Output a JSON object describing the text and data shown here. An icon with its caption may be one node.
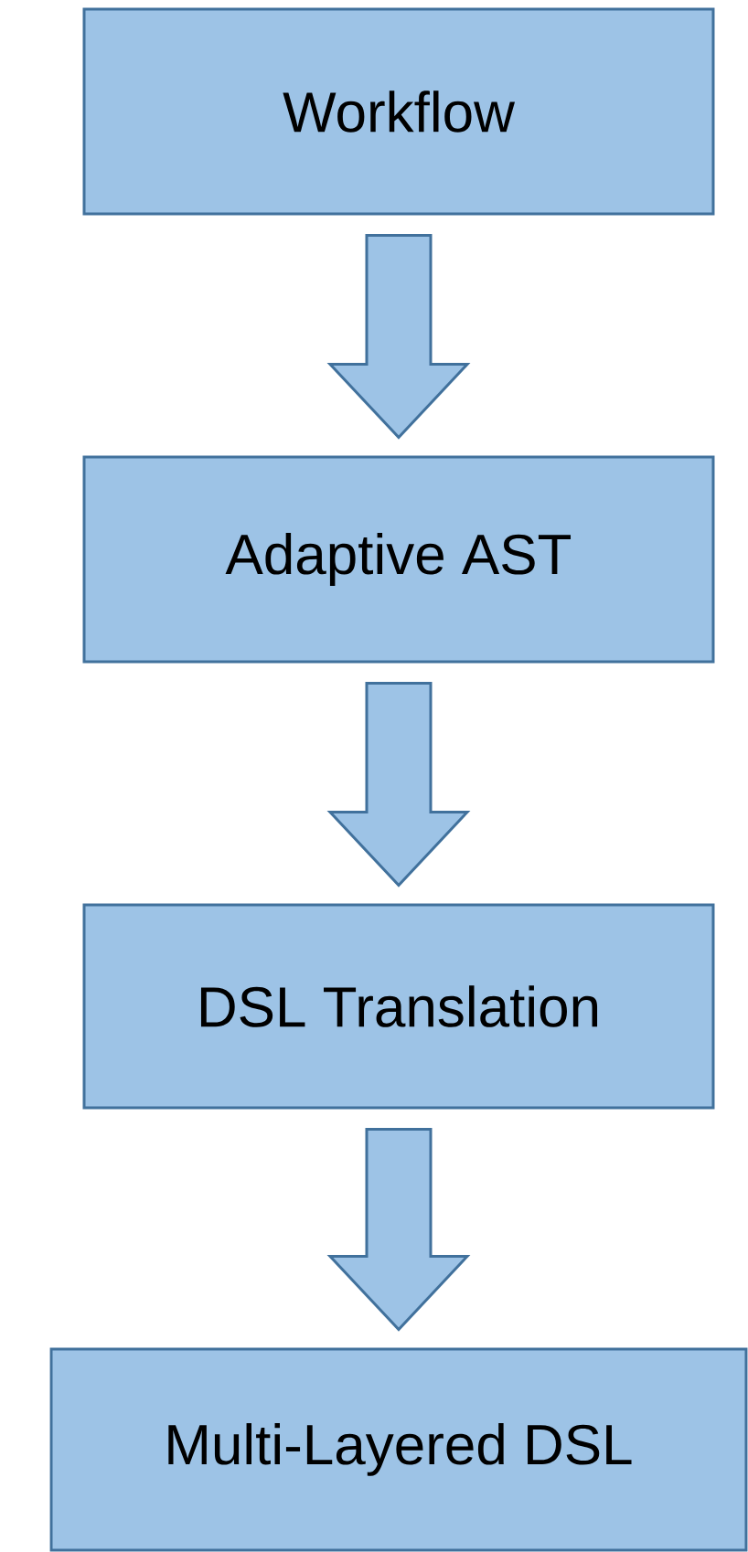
{
  "diagram": {
    "nodes": [
      {
        "text": [
          "Workflow"
        ]
      },
      {
        "text": [
          "Adaptive AST"
        ]
      },
      {
        "text": [
          "DSL Translation"
        ]
      },
      {
        "text": [
          "Multi-Layered DSL"
        ]
      }
    ],
    "edges": [
      {
        "from": 0,
        "to": 1,
        "arrow": "to"
      },
      {
        "from": 1,
        "to": 2,
        "arrow": "to"
      },
      {
        "from": 2,
        "to": 3,
        "arrow": "to"
      }
    ]
  }
}
